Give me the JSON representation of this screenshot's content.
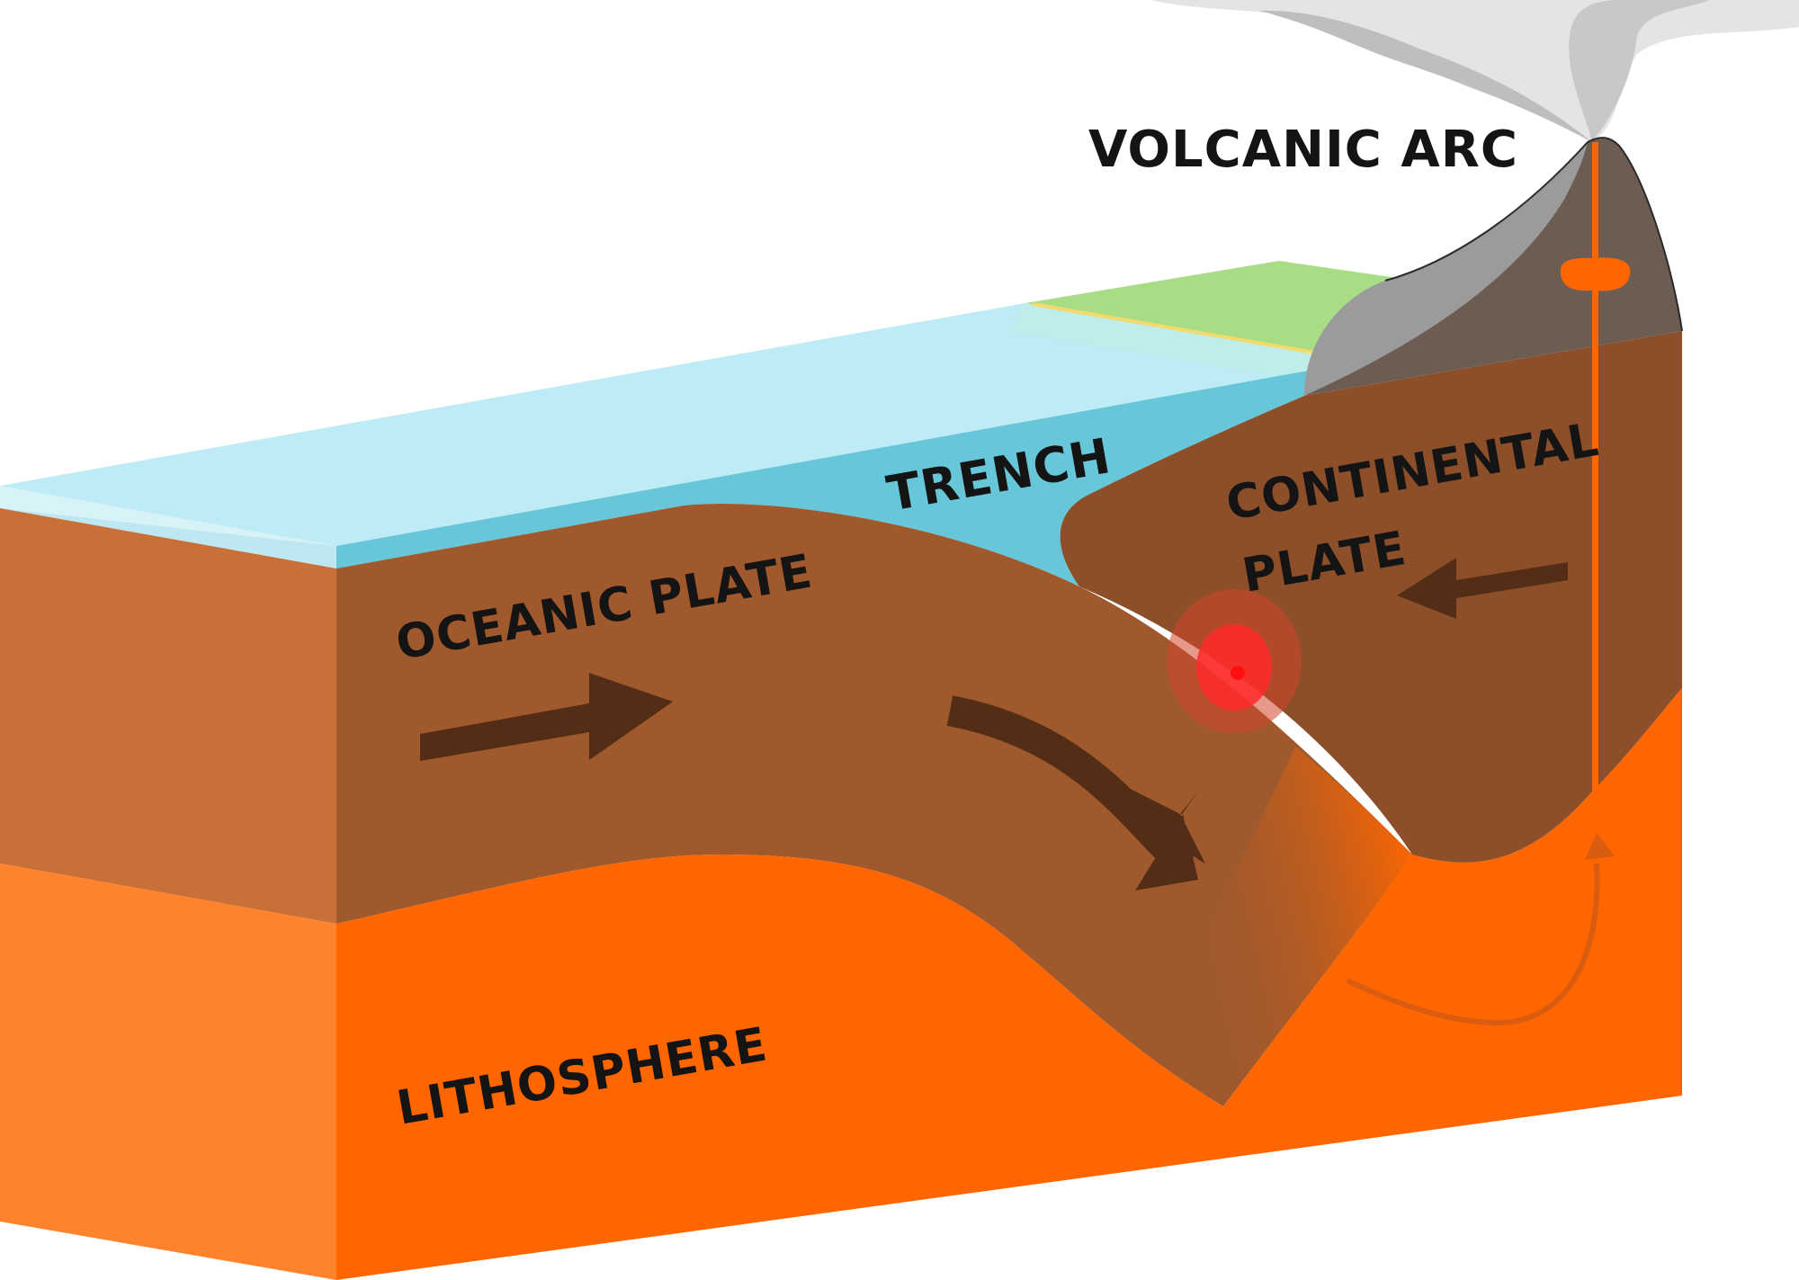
{
  "labels": {
    "volcanic_arc": "VOLCANIC ARC",
    "trench": "TRENCH",
    "continental_plate_line1": "CONTINENTAL",
    "continental_plate_line2": "PLATE",
    "oceanic_plate": "OCEANIC PLATE",
    "lithosphere": "LITHOSPHERE"
  },
  "colors": {
    "oceanic_plate": "#A0592D",
    "oceanic_plate_side": "#C87038",
    "continental_plate": "#8C4F29",
    "lithosphere": "#FF6600",
    "lithosphere_side": "#FF832C",
    "ocean_water": "#68C6D9",
    "ocean_surface": "#BDEBF6",
    "land": "#A8DD85",
    "volcano_cone": "#6C5C52",
    "volcano_slope": "#9B9B9B",
    "magma": "#FF6600",
    "ash_cloud": "#D7D7D7",
    "earthquake_focus": "#FF2A2A",
    "arrow": "#532D16"
  },
  "icons": {
    "oceanic_motion": "arrow-right-icon",
    "subduction_motion": "curved-arrow-down-icon",
    "continental_motion": "arrow-left-icon",
    "magma_rise": "curved-arrow-up-icon",
    "earthquake": "earthquake-focus-icon",
    "magma_chamber": "magma-chamber-icon"
  }
}
